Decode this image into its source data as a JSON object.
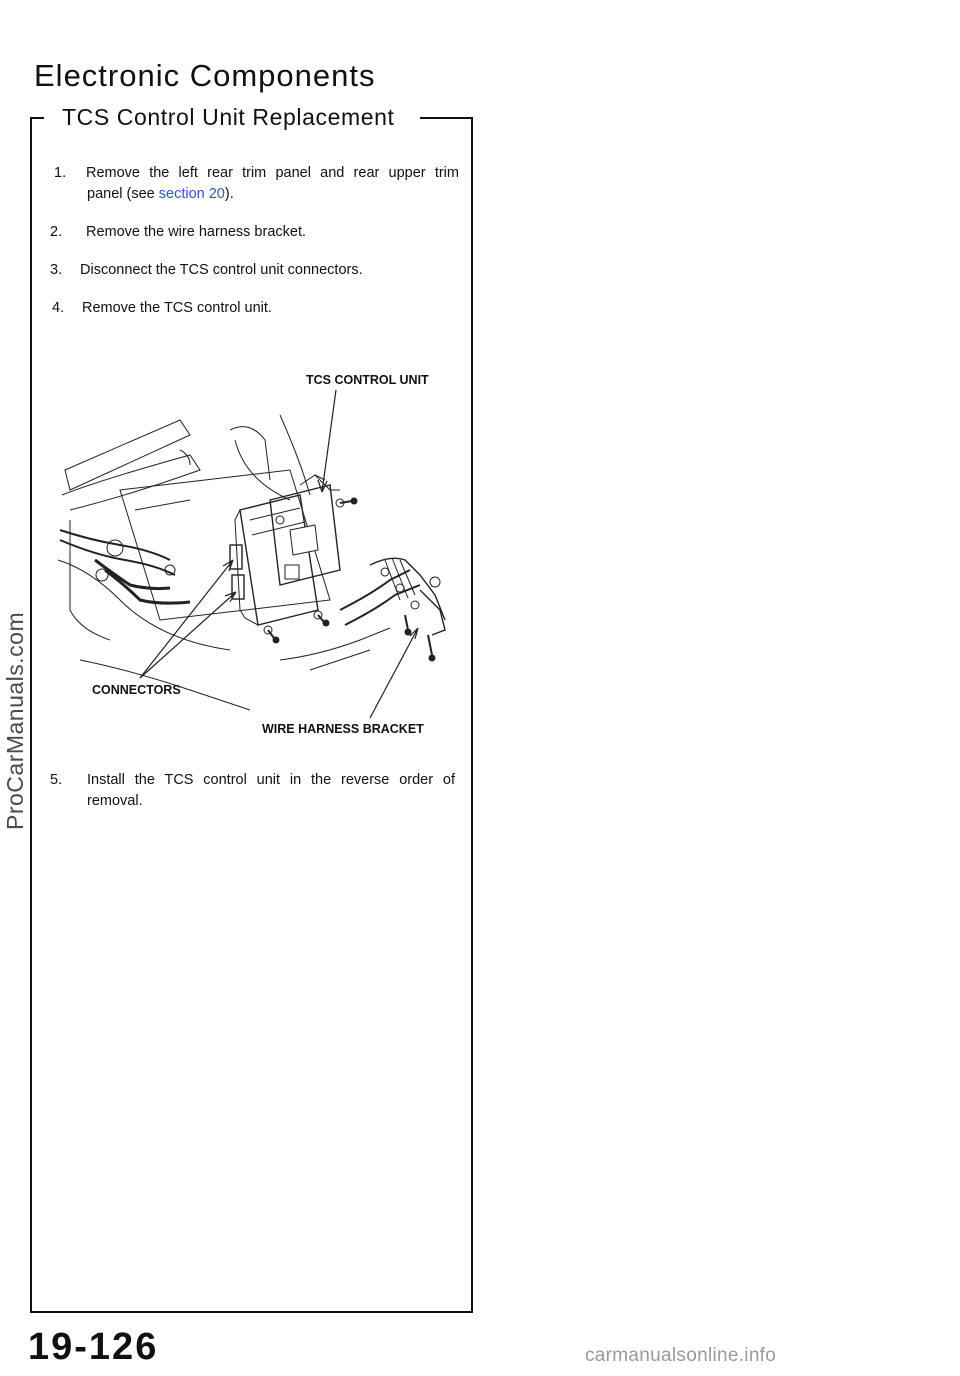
{
  "header": {
    "title": "Electronic Components"
  },
  "section": {
    "title": "TCS Control Unit Replacement"
  },
  "steps": [
    {
      "number": "1.",
      "line1": "Remove the left rear trim panel and rear upper trim",
      "line2_prefix": "panel (see ",
      "link_text": "section 20",
      "line2_suffix": ")."
    },
    {
      "number": "2.",
      "text": "Remove the wire harness bracket."
    },
    {
      "number": "3.",
      "text": "Disconnect the TCS control unit connectors."
    },
    {
      "number": "4.",
      "text": "Remove the TCS control unit."
    },
    {
      "number": "5.",
      "line1": "Install the TCS control unit in the reverse order of",
      "line2": "removal."
    }
  ],
  "figure": {
    "labels": {
      "tcs_control_unit": "TCS CONTROL UNIT",
      "connectors": "CONNECTORS",
      "wire_harness_bracket": "WIRE HARNESS BRACKET"
    }
  },
  "watermark": "ProCarManuals.com",
  "page_number": "19-126",
  "footer_watermark": "carmanualsonline.info",
  "colors": {
    "link": "#2b55d6",
    "text": "#111111"
  }
}
